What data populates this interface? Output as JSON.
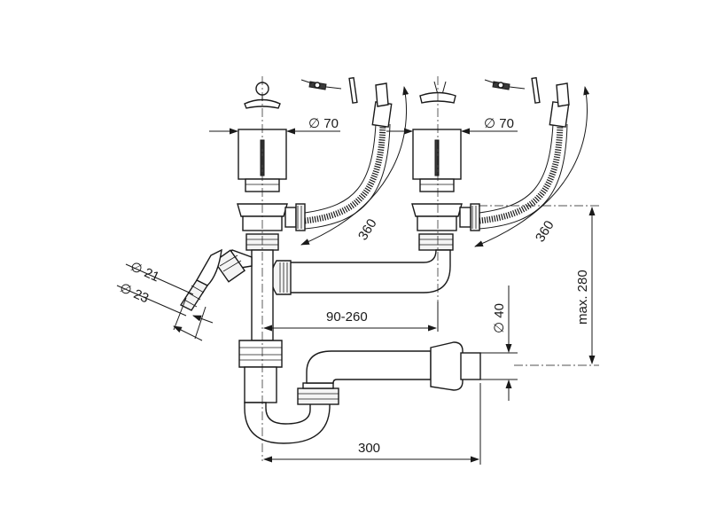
{
  "dimensions": {
    "strainer_diameter_left": "∅ 70",
    "strainer_diameter_right": "∅ 70",
    "overflow_length_left": "360",
    "overflow_length_right": "360",
    "bowl_spacing": "90-260",
    "max_height": "max. 280",
    "outlet_diameter": "∅ 40",
    "trap_width": "300",
    "hose_inner_diameter": "∅ 21",
    "hose_outer_diameter": "∅ 23"
  },
  "colors": {
    "line": "#1a1a1a",
    "background": "#ffffff"
  }
}
